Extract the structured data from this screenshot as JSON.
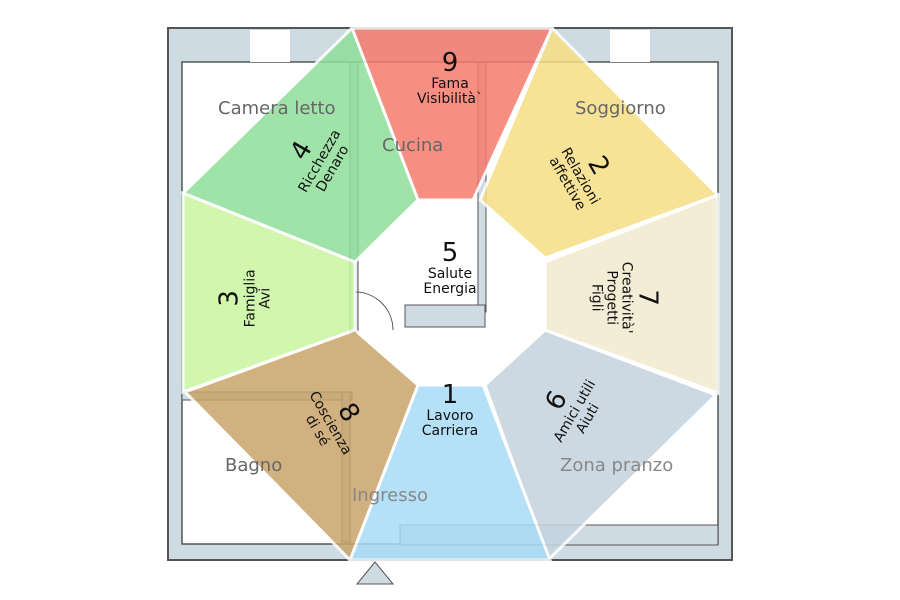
{
  "rooms": {
    "camera": "Camera letto",
    "cucina": "Cucina",
    "soggiorno": "Soggiorno",
    "bagno": "Bagno",
    "ingresso": "Ingresso",
    "pranzo": "Zona pranzo"
  },
  "sectors": [
    {
      "num": "1",
      "l1": "Lavoro",
      "l2": "Carriera",
      "color": "#a8dcf7"
    },
    {
      "num": "2",
      "l1": "Relazioni",
      "l2": "affettive",
      "color": "#f6df84"
    },
    {
      "num": "3",
      "l1": "Famiglia",
      "l2": "Avi",
      "color": "#c9f5a0"
    },
    {
      "num": "4",
      "l1": "Ricchezza",
      "l2": "Denaro",
      "color": "#8fdf9a"
    },
    {
      "num": "5",
      "l1": "Salute",
      "l2": "Energia",
      "color": "#ffffff"
    },
    {
      "num": "6",
      "l1": "Amici utili",
      "l2": "Aiuti",
      "color": "#c4d3de"
    },
    {
      "num": "7",
      "l1": "Creatività'",
      "l2": "Progetti",
      "l3": "Figli",
      "color": "#f1ebd0"
    },
    {
      "num": "8",
      "l1": "Coscienza",
      "l2": "di sé",
      "color": "#c9a46a"
    },
    {
      "num": "9",
      "l1": "Fama",
      "l2": "Visibilità`",
      "color": "#f57b6d"
    }
  ],
  "wall_color": "#cfdbe2"
}
